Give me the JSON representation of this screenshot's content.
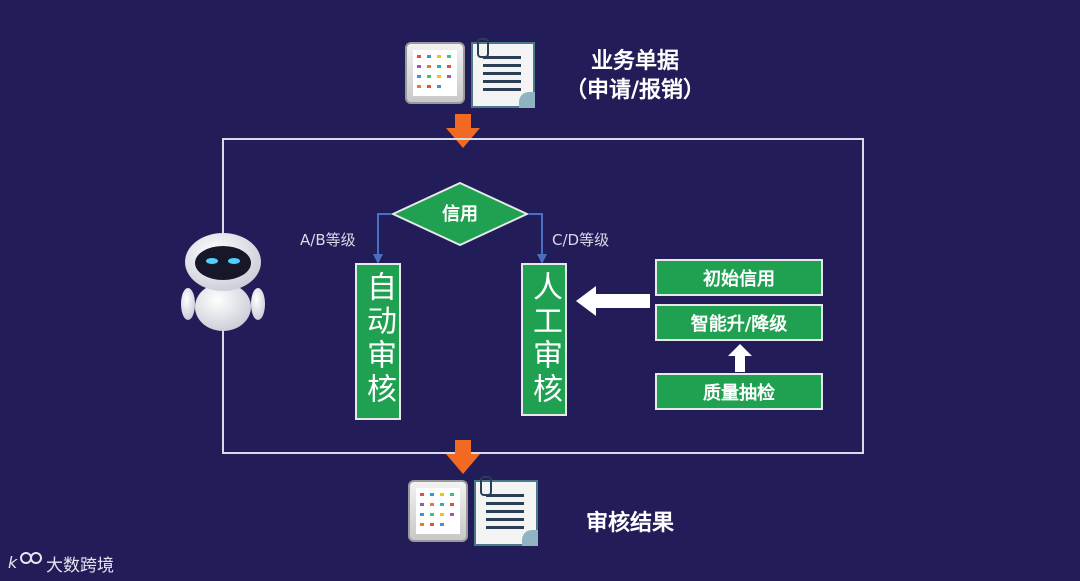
{
  "input": {
    "title": "业务单据",
    "subtitle": "（申请/报销）"
  },
  "decision": {
    "label": "信用",
    "left_branch": "A/B等级",
    "right_branch": "C/D等级"
  },
  "auto_audit": "自动审核",
  "manual_audit": "人工审核",
  "credit_boxes": {
    "initial": "初始信用",
    "adjust": "智能升/降级",
    "quality": "质量抽检"
  },
  "output": {
    "title": "审核结果"
  },
  "watermark": "大数跨境",
  "colors": {
    "background": "#221c58",
    "box_green": "#20a152",
    "arrow_orange": "#f26a21",
    "connector_blue": "#4a6fc0"
  },
  "icons": [
    "tablet-icon",
    "document-icon",
    "robot-icon",
    "arrow-down-icon",
    "arrow-left-icon",
    "arrow-up-icon"
  ]
}
